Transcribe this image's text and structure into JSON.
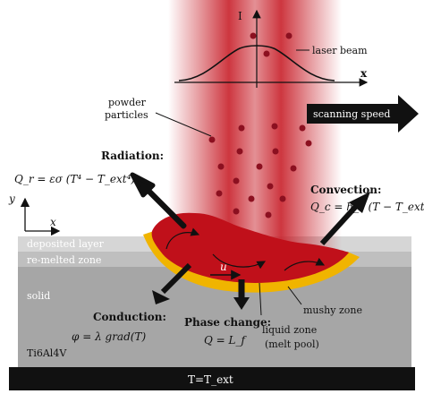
{
  "diagram": {
    "labels": {
      "laser_beam": "laser beam",
      "axis_i": "I",
      "axis_x": "x",
      "powder": "powder",
      "particles": "particles",
      "scanning_speed": "scanning speed",
      "radiation_title": "Radiation:",
      "radiation_eq": "Q_r = εσ (T⁴ − T_ext⁴)",
      "convection_title": "Convection:",
      "convection_eq": "Q_c = h_c (T − T_ext)",
      "coord_y": "y",
      "coord_x": "x",
      "deposited_layer": "deposited layer",
      "remelted_zone": "re-melted zone",
      "solid": "solid",
      "velocity": "u",
      "conduction_title": "Conduction:",
      "conduction_eq": "φ = λ grad(T)",
      "phase_change_title": "Phase change:",
      "phase_change_eq": "Q = L_f",
      "mushy_zone": "mushy zone",
      "liquid_zone": "liquid zone",
      "melt_pool": "(melt pool)",
      "material": "Ti6Al4V",
      "base_temp": "T=T_ext"
    },
    "colors": {
      "laser_red": "#c8202a",
      "melt_pool": "#c0101a",
      "mushy_zone": "#f0b400",
      "particle": "#8c1020",
      "solid_gray": "#a6a6a6",
      "remelted_gray": "#bfbfbf",
      "deposited_gray": "#d6d6d6",
      "base_plate": "#111111"
    }
  }
}
